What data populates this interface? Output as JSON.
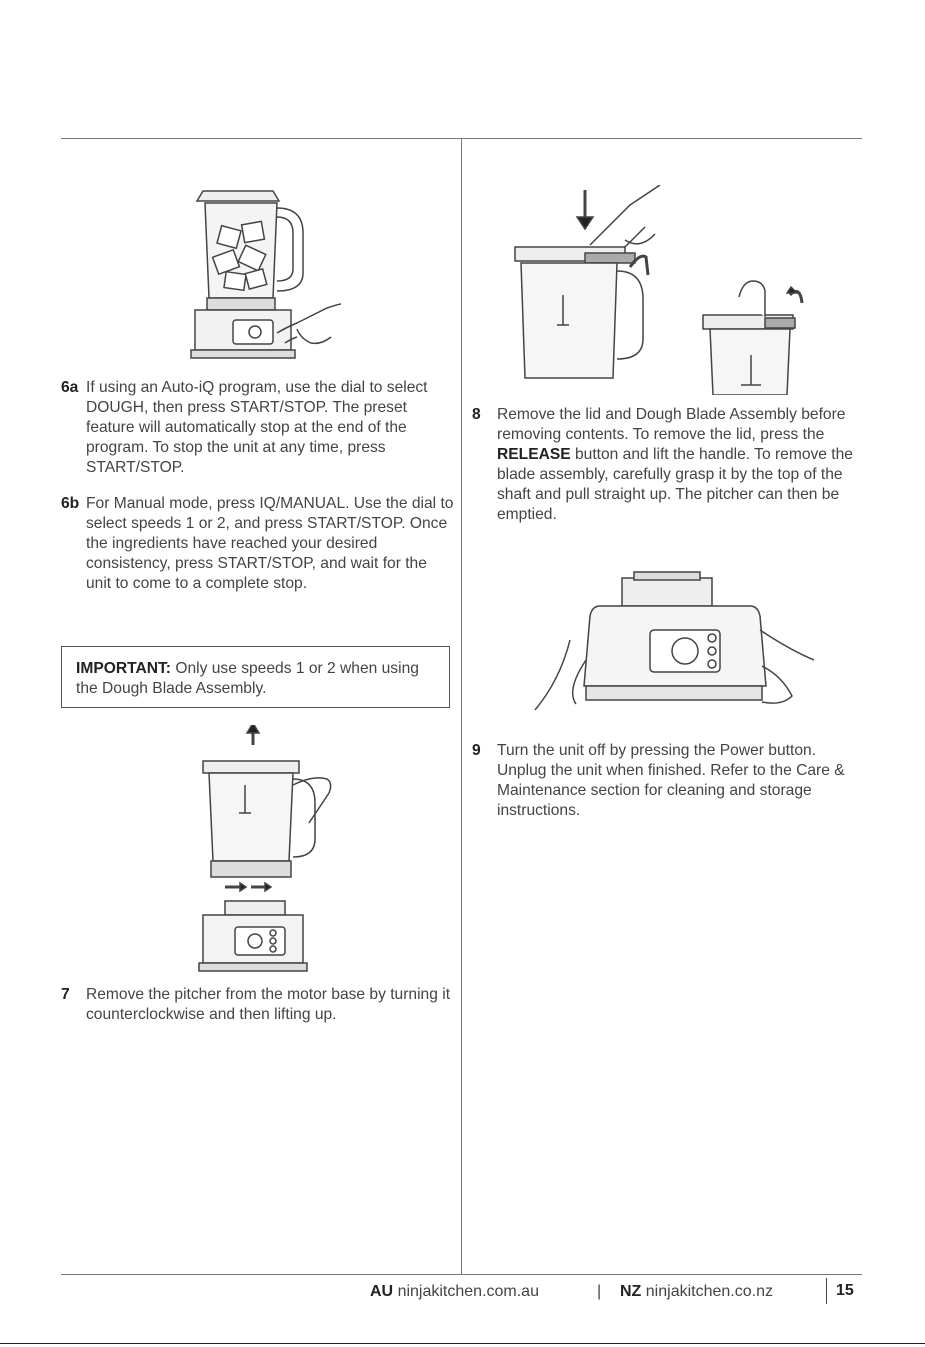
{
  "steps": {
    "s6a": {
      "num": "6a",
      "text": "If using an Auto-iQ program, use the dial to select DOUGH, then press START/STOP. The preset feature will automatically stop at the end of the program. To stop the unit at any time, press START/STOP."
    },
    "s6b": {
      "num": "6b",
      "text": "For Manual mode, press IQ/MANUAL. Use the dial to select speeds 1 or 2, and press START/STOP. Once the ingredients have reached your desired consistency, press START/STOP, and wait for the unit to come to a complete stop."
    },
    "s7": {
      "num": "7",
      "text": "Remove the pitcher from the motor base by turning it counterclockwise and then lifting up."
    },
    "s8": {
      "num": "8",
      "text_before": "Remove the lid and Dough Blade Assembly before removing contents. To remove the lid, press the ",
      "bold": "RELEASE",
      "text_after": " button and lift the handle. To remove the blade assembly, carefully grasp it by the top of the shaft and pull straight up. The pitcher can then be emptied."
    },
    "s9": {
      "num": "9",
      "text": "Turn the unit off by pressing the Power button. Unplug the unit when finished. Refer to the Care & Maintenance section for cleaning and storage instructions."
    }
  },
  "important": {
    "label": "IMPORTANT:",
    "text": " Only use speeds 1 or 2 when using the Dough Blade Assembly."
  },
  "footer": {
    "au_label": "AU",
    "au_url": "ninjakitchen.com.au",
    "separator": "|",
    "nz_label": "NZ",
    "nz_url": "ninjakitchen.co.nz",
    "page_number": "15"
  },
  "colors": {
    "text": "#444444",
    "rule": "#777777",
    "bold": "#222222"
  },
  "icons": [
    "blender-with-ice-illustration",
    "pitcher-lid-release-illustration",
    "motor-base-hands-illustration",
    "pitcher-removal-illustration"
  ]
}
